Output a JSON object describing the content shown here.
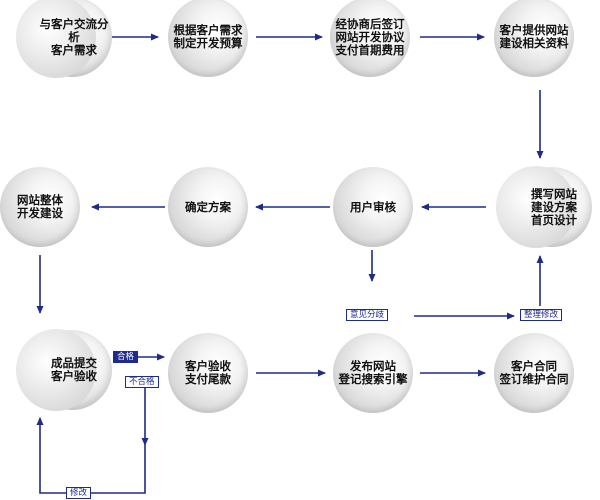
{
  "colors": {
    "arrow": "#1e2a8c",
    "node_light": "#f4f4f4",
    "node_dark": "#bdbdbd"
  },
  "nodes": {
    "n1": "与客户交流分析\n客户需求",
    "n2": "根据客户需求\n制定开发预算",
    "n3": "经协商后签订\n网站开发协议\n支付首期费用",
    "n4": "客户提供网站\n建设相关资料",
    "n5": "撰写网站\n建设方案\n首页设计",
    "n6": "用户审核",
    "n7": "确定方案",
    "n8": "网站整体\n开发建设",
    "n9": "成品提交\n客户验收",
    "n10": "客户验收\n支付尾款",
    "n11": "发布网站\n登记搜索引擎",
    "n12": "客户合同\n签订维护合同"
  },
  "tags": {
    "feedback": "意见分歧",
    "revise_plan": "整理修改",
    "pass": "合格",
    "fail": "不合格",
    "modify": "修改"
  }
}
